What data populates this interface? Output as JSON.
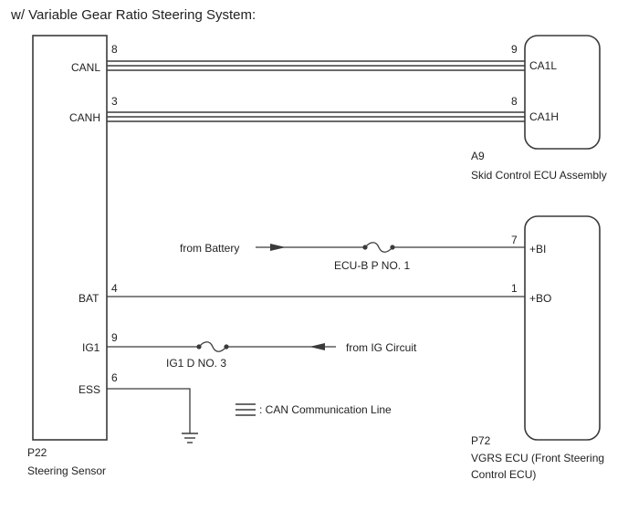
{
  "title": "w/ Variable Gear Ratio Steering System:",
  "left_component": {
    "id": "P22",
    "name": "Steering Sensor"
  },
  "can_ecu": {
    "id": "A9",
    "name": "Skid Control ECU Assembly"
  },
  "vgrs_ecu": {
    "id": "P72",
    "name_line1": "VGRS ECU (Front Steering",
    "name_line2": "Control ECU)"
  },
  "lines": {
    "canl": {
      "left_label": "CANL",
      "left_pin": "8",
      "right_pin": "9",
      "right_label": "CA1L"
    },
    "canh": {
      "left_label": "CANH",
      "left_pin": "3",
      "right_pin": "8",
      "right_label": "CA1H"
    },
    "bi": {
      "source": "from Battery",
      "fuse": "ECU-B P NO. 1",
      "right_pin": "7",
      "right_label": "+BI"
    },
    "bat": {
      "left_label": "BAT",
      "left_pin": "4",
      "right_pin": "1",
      "right_label": "+BO"
    },
    "ig1": {
      "left_label": "IG1",
      "left_pin": "9",
      "fuse": "IG1 D NO. 3",
      "source": "from IG Circuit"
    },
    "ess": {
      "left_label": "ESS",
      "left_pin": "6"
    }
  },
  "legend": {
    "text": ": CAN Communication Line"
  },
  "colors": {
    "line": "#3a3a3a",
    "text": "#222222",
    "background": "#ffffff"
  }
}
